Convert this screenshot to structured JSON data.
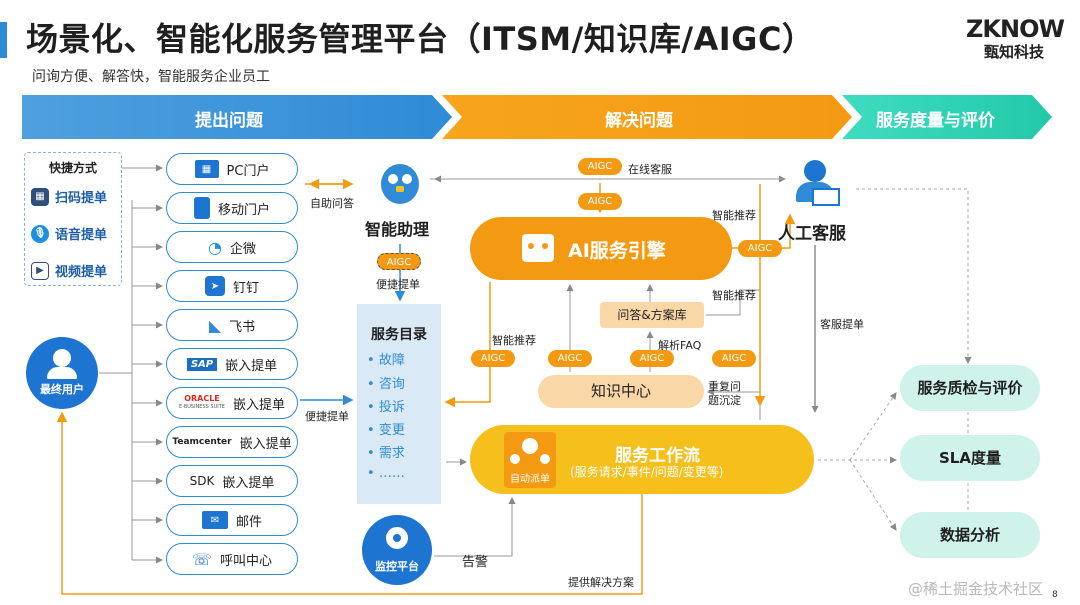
{
  "header": {
    "title": "场景化、智能化服务管理平台（ITSM/知识库/AIGC）",
    "subtitle": "问询方便、解答快，智能服务企业员工",
    "logo_en": "ZKNOW",
    "logo_cn": "甄知科技",
    "page_number": "8",
    "watermark": "@稀土掘金技术社区"
  },
  "phases": [
    "提出问题",
    "解决问题",
    "服务度量与评价"
  ],
  "colors": {
    "blue": "#2f8bd6",
    "orange": "#f39a12",
    "yellow": "#f5bf1c",
    "teal": "#27d4b4",
    "mint": "#cff3eb"
  },
  "quick": {
    "title": "快捷方式",
    "items": [
      {
        "label": "扫码提单",
        "icon": "qr-code-icon"
      },
      {
        "label": "语音提单",
        "icon": "microphone-icon"
      },
      {
        "label": "视频提单",
        "icon": "video-icon"
      }
    ]
  },
  "end_user": "最终用户",
  "channels": [
    {
      "label": "PC门户",
      "icon": "pc-portal-icon"
    },
    {
      "label": "移动门户",
      "icon": "mobile-icon"
    },
    {
      "label": "企微",
      "icon": "wecom-icon"
    },
    {
      "label": "钉钉",
      "icon": "dingtalk-icon"
    },
    {
      "label": "飞书",
      "icon": "feishu-icon"
    },
    {
      "label": "嵌入提单",
      "icon": "sap-logo",
      "logo_text": "SAP"
    },
    {
      "label": "嵌入提单",
      "icon": "oracle-logo",
      "logo_text": "ORACLE",
      "logo_sub": "E-BUSINESS SUITE"
    },
    {
      "label": "嵌入提单",
      "icon": "teamcenter-logo",
      "logo_text": "Teamcenter"
    },
    {
      "label": "嵌入提单",
      "icon": "sdk-logo",
      "logo_text": "SDK"
    },
    {
      "label": "邮件",
      "icon": "mail-icon"
    },
    {
      "label": "呼叫中心",
      "icon": "phone-icon"
    }
  ],
  "assistant": {
    "label": "智能助理",
    "self_qa": "自助问答",
    "submit": "便捷提单"
  },
  "catalog": {
    "title": "服务目录",
    "items": [
      "故障",
      "咨询",
      "投诉",
      "变更",
      "需求",
      "……"
    ],
    "submit": "便捷提单"
  },
  "aigc": "AIGC",
  "online_service": "在线客服",
  "engine": "AI服务引擎",
  "smart_recommend": "智能推荐",
  "qa_library": "问答&方案库",
  "parse_faq": "解析FAQ",
  "knowledge_center": "知识中心",
  "repeat_issue": [
    "重复问",
    "题沉淀"
  ],
  "agent": {
    "label": "人工客服",
    "submit": "客服提单"
  },
  "workflow": {
    "title": "服务工作流",
    "sub": "(服务请求/事件/问题/变更等)",
    "dispatch": "自动派单"
  },
  "monitor": {
    "label": "监控平台",
    "alert": "告警"
  },
  "solution": "提供解决方案",
  "eval": [
    "服务质检与评价",
    "SLA度量",
    "数据分析"
  ]
}
